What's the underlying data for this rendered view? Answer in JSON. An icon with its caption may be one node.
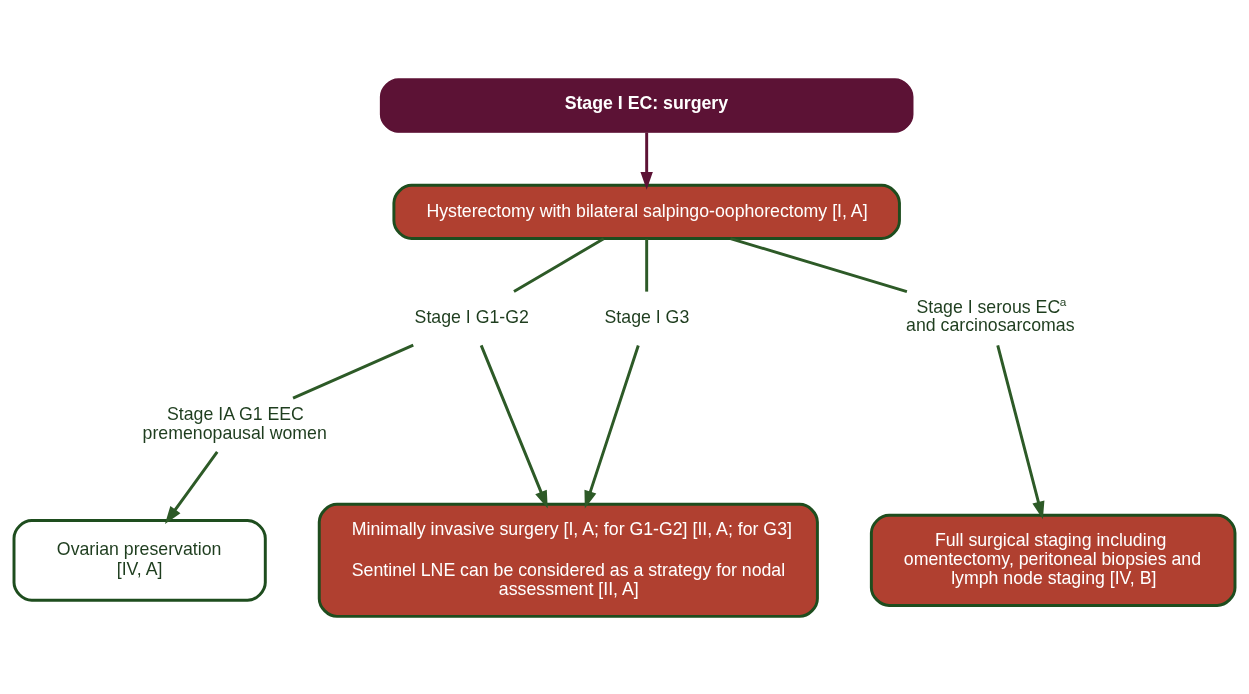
{
  "diagram": {
    "nodes": [
      {
        "text": [
          "Stage I EC: surgery"
        ]
      },
      {
        "text": [
          "Hysterectomy with bilateral salpingo-oophorectomy [I, A]"
        ]
      },
      {
        "text": [
          "Stage I G1-G2"
        ]
      },
      {
        "text": [
          "Stage I G3"
        ]
      },
      {
        "text": [
          "Stage I serous EC$^{a}$ and carcinosarcomas"
        ]
      },
      {
        "text": [
          "Stage IA G1 EEC premenopausal women"
        ]
      },
      {
        "text": [
          "Ovarian preservation [IV, A]"
        ]
      },
      {
        "text": [
          "Minimally invasive surgery [I, A; for G1-G2] [II, A; for G3]",
          "Sentinel LNE can be considered as a strategy for nodal assessment [II, A]"
        ]
      },
      {
        "text": [
          "Full surgical staging including omentectomy, peritoneal biopsies and lymph node staging [IV, B]"
        ]
      }
    ],
    "edges": [
      {
        "from": 0,
        "to": 1,
        "arrow": "to",
        "color": "#5c1235"
      },
      {
        "from": 1,
        "to": 2,
        "arrow": "none"
      },
      {
        "from": 1,
        "to": 3,
        "arrow": "none"
      },
      {
        "from": 1,
        "to": 4,
        "arrow": "none"
      },
      {
        "from": 2,
        "to": 5,
        "arrow": "none"
      },
      {
        "from": 2,
        "to": 7,
        "arrow": "to"
      },
      {
        "from": 5,
        "to": 6,
        "arrow": "to"
      },
      {
        "from": 3,
        "to": 7,
        "arrow": "to"
      },
      {
        "from": 4,
        "to": 8,
        "arrow": "to"
      }
    ]
  }
}
